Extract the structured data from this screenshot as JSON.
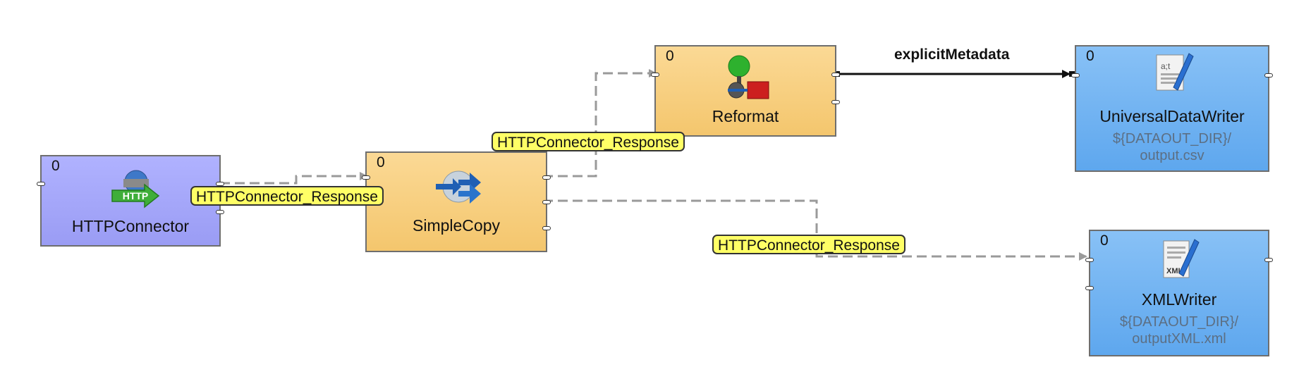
{
  "nodes": {
    "http": {
      "phase": "0",
      "name": "HTTPConnector"
    },
    "copy": {
      "phase": "0",
      "name": "SimpleCopy"
    },
    "reformat": {
      "phase": "0",
      "name": "Reformat"
    },
    "udw": {
      "phase": "0",
      "name": "UniversalDataWriter",
      "sub1": "${DATAOUT_DIR}/",
      "sub2": "output.csv"
    },
    "xmlw": {
      "phase": "0",
      "name": "XMLWriter",
      "sub1": "${DATAOUT_DIR}/",
      "sub2": "outputXML.xml"
    }
  },
  "edges": {
    "http_copy": "HTTPConnector_Response",
    "copy_reformat": "HTTPConnector_Response",
    "copy_xml": "HTTPConnector_Response",
    "reformat_udw": "explicitMetadata"
  },
  "icons": {
    "http": "http-connector-icon",
    "copy": "simple-copy-icon",
    "reformat": "reformat-icon",
    "udw": "universal-data-writer-icon",
    "xmlw": "xml-writer-icon"
  }
}
